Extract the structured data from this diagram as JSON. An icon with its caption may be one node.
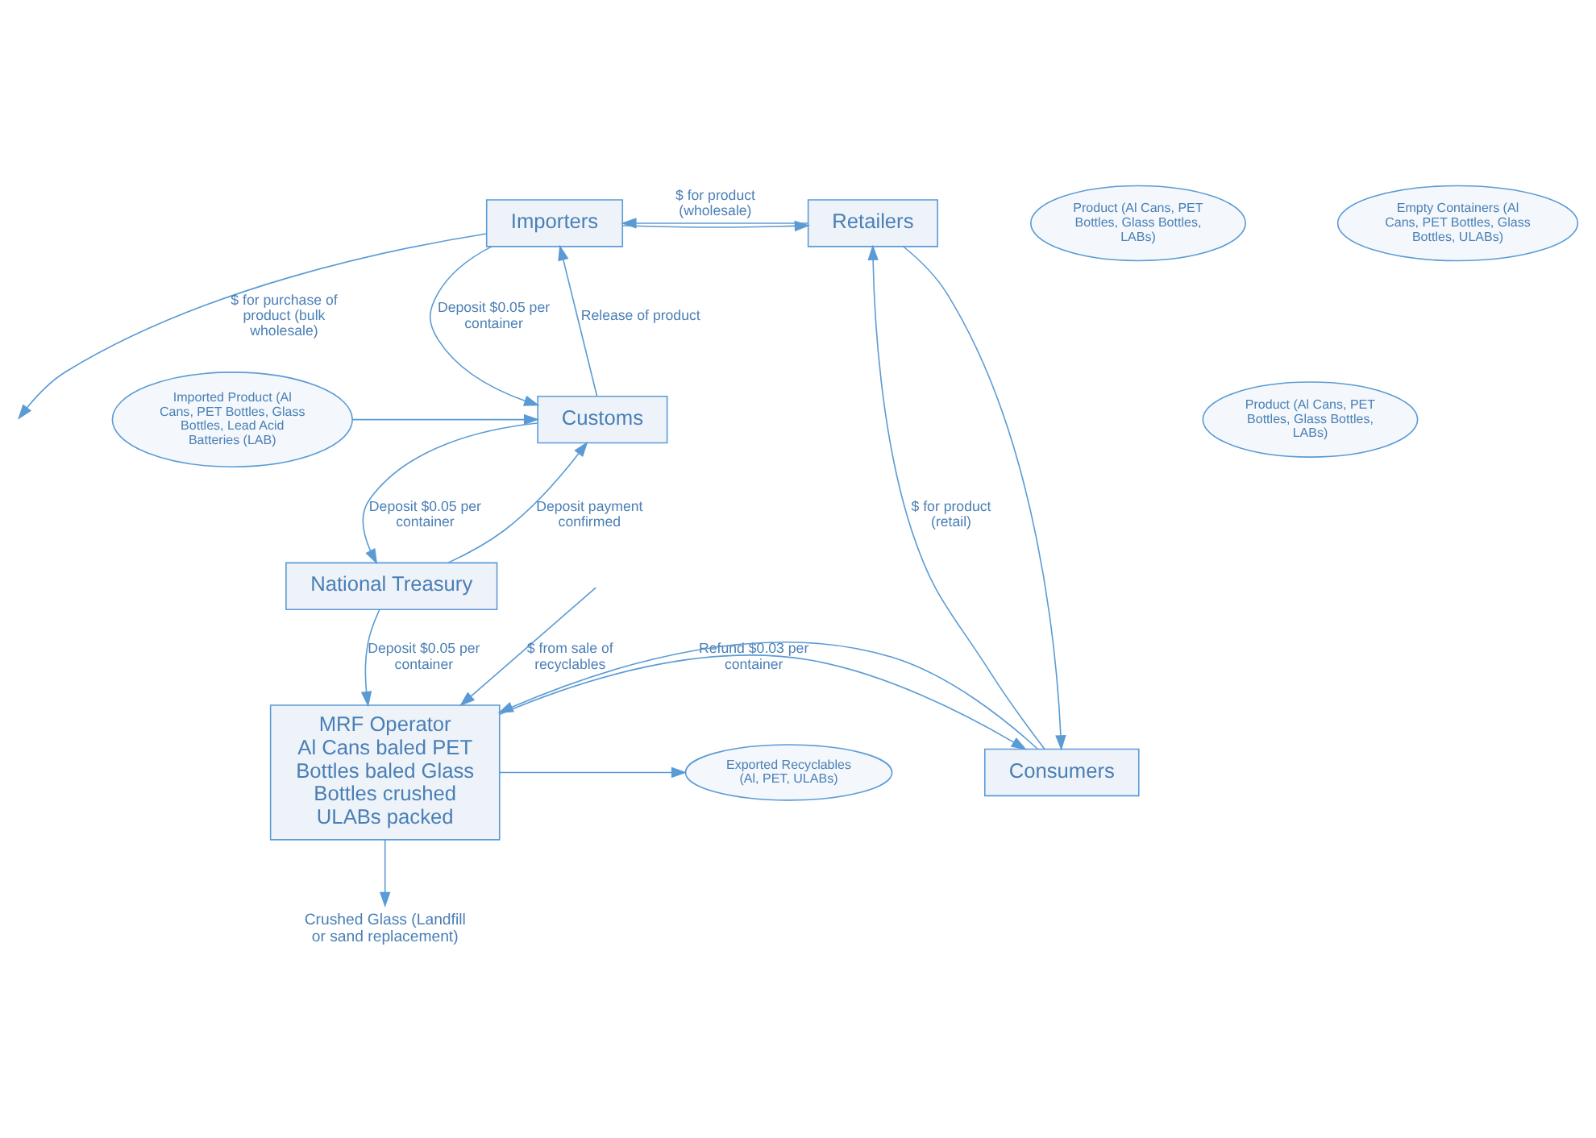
{
  "diagram": {
    "nodes": [
      {
        "text": [
          "Importers"
        ]
      },
      {
        "text": [
          "Retailers"
        ]
      },
      {
        "text": [
          "Customs"
        ]
      },
      {
        "text": [
          "National Treasury"
        ]
      },
      {
        "text": [
          "MRF Operator",
          "Al Cans baled PET Bottles baled Glass Bottles crushed ULABs packed"
        ]
      },
      {
        "text": [
          "Consumers"
        ]
      },
      {
        "text": [
          "Product (Al Cans, PET Bottles, Glass Bottles, LABs)"
        ]
      },
      {
        "text": [
          "Imported Product (Al Cans, PET Bottles, Glass Bottles, Lead Acid Batteries (LAB)"
        ]
      },
      {
        "text": [
          "Product (Al Cans, PET Bottles, Glass Bottles, LABs)"
        ]
      },
      {
        "text": [
          "Exported Recyclables (Al, PET, ULABs)"
        ]
      },
      {
        "text": [
          "Empty Containers (Al Cans, PET Bottles, Glass Bottles, ULABs)"
        ]
      },
      {
        "text": [
          "Crushed Glass (Landfill or sand replacement)"
        ]
      }
    ],
    "edges": [
      {
        "from": 0,
        "to": 1,
        "arrow": "to"
      },
      {
        "from": 1,
        "to": 0,
        "arrow": "to",
        "label": "$ for product (wholesale)"
      },
      {
        "from": 0,
        "to": null,
        "arrow": "to",
        "label": "$ for purchase of product (bulk wholesale)"
      },
      {
        "from": 2,
        "to": 0,
        "arrow": "to",
        "label": "Release of product"
      },
      {
        "from": 0,
        "to": 2,
        "arrow": "to",
        "label": "Deposit $0.05 per container"
      },
      {
        "from": 7,
        "to": 2,
        "arrow": "to"
      },
      {
        "from": 3,
        "to": 2,
        "arrow": "to",
        "label": "Deposit payment confirmed"
      },
      {
        "from": 2,
        "to": 3,
        "arrow": "to",
        "label": "Deposit $0.05 per container"
      },
      {
        "from": 3,
        "to": 4,
        "arrow": "to",
        "label": "Deposit $0.05 per container"
      },
      {
        "from": null,
        "to": 4,
        "arrow": "to",
        "label": "$ from sale of recyclables"
      },
      {
        "from": 4,
        "to": 9,
        "arrow": "to"
      },
      {
        "from": 4,
        "to": 11,
        "arrow": "to"
      },
      {
        "from": 4,
        "to": 5,
        "arrow": "to",
        "label": "Refund $0.03 per container"
      },
      {
        "from": 5,
        "to": 4,
        "arrow": "to"
      },
      {
        "from": 5,
        "to": 1,
        "arrow": "to",
        "label": "$ for product (retail)"
      },
      {
        "from": 1,
        "to": 5,
        "arrow": "to"
      }
    ]
  }
}
